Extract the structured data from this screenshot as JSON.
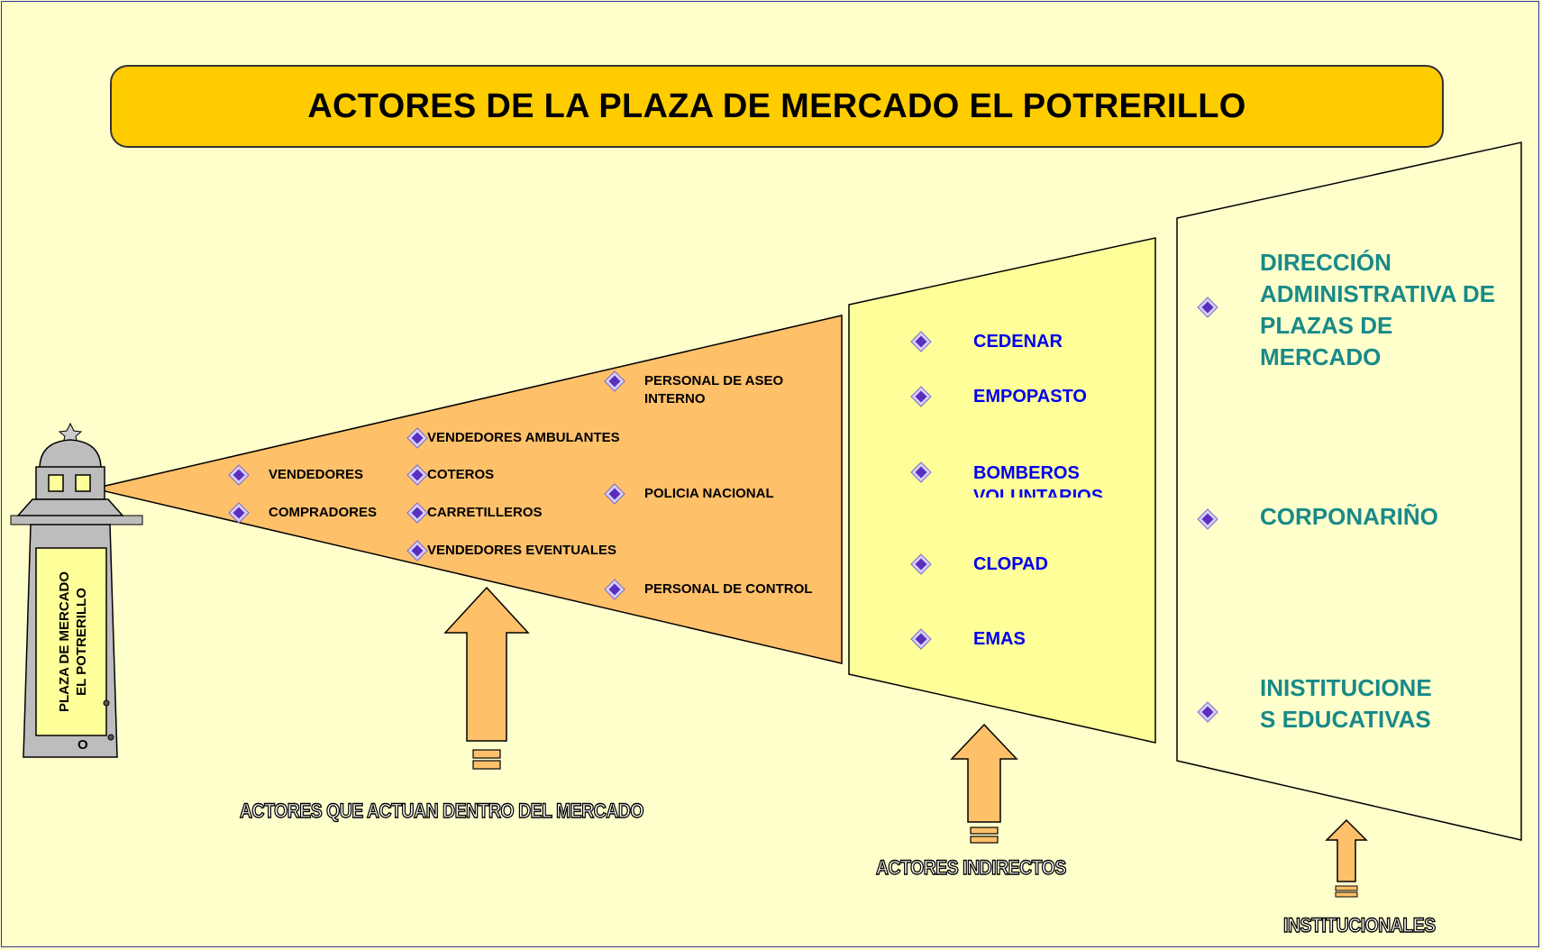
{
  "title": "ACTORES DE LA PLAZA DE MERCADO EL POTRERILLO",
  "building": {
    "line1": "PLAZA DE MERCADO",
    "line2": "EL POTRERILLO",
    "door_letter": "O"
  },
  "inner_actors": {
    "vendedores": "VENDEDORES",
    "compradores": "COMPRADORES",
    "vendedores_ambulantes": "VENDEDORES AMBULANTES",
    "coteros": "COTEROS",
    "carretilleros": "CARRETILLEROS",
    "vendedores_eventuales": "VENDEDORES EVENTUALES",
    "personal_aseo": "PERSONAL DE ASEO INTERNO",
    "policia": "POLICIA NACIONAL",
    "personal_control": "PERSONAL DE  CONTROL"
  },
  "indirect_actors": [
    "CEDENAR",
    "EMPOPASTO",
    "BOMBEROS VOLUNTARIOS",
    "CLOPAD",
    "EMAS"
  ],
  "institutional_actors": [
    "DIRECCIÓN ADMINISTRATIVA DE PLAZAS DE MERCADO",
    "CORPONARIÑO",
    "INISTITUCIONE S EDUCATIVAS"
  ],
  "captions": {
    "inside": "ACTORES QUE ACTUAN DENTRO DEL MERCADO",
    "indirect": "ACTORES INDIRECTOS",
    "institutional": "INSTITUCIONALES"
  },
  "colors": {
    "background": "#ffffcc",
    "title_fill": "#ffcc00",
    "cone_fill": "#ffc06a",
    "indirect_panel_fill": "#ffff99",
    "institutional_panel_fill": "#ffffcc",
    "bullet": "#5a2fbf",
    "indirect_text": "#0000ee",
    "institutional_text": "#188a88"
  }
}
